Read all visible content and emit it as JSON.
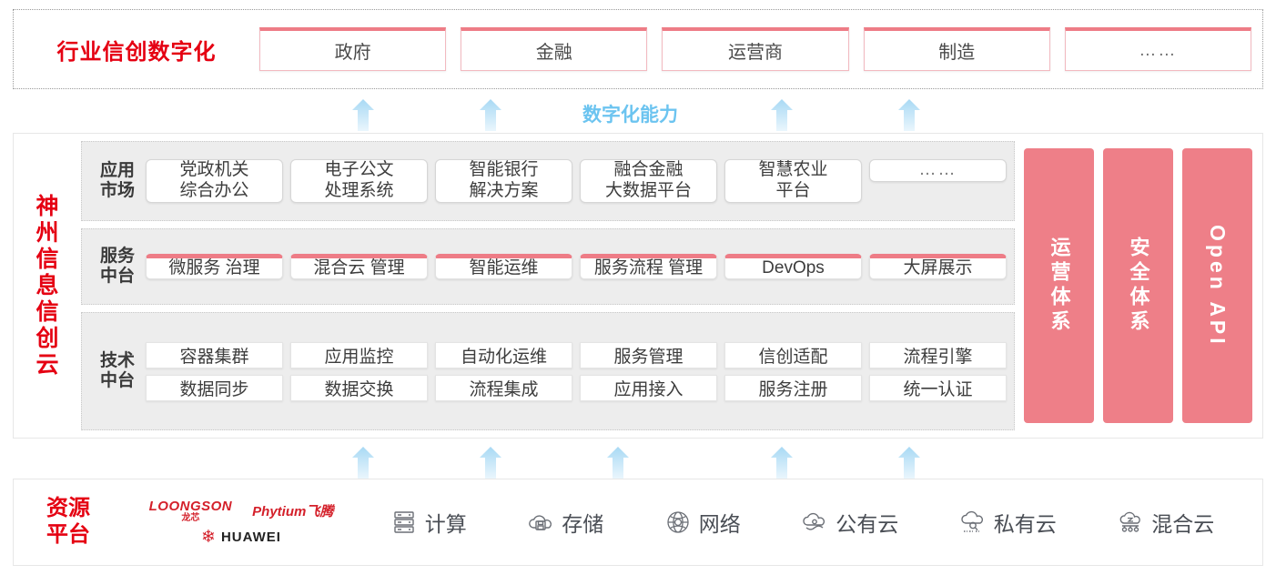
{
  "industry": {
    "title": "行业信创数字化",
    "cards": [
      "政府",
      "金融",
      "运营商",
      "制造",
      "……"
    ]
  },
  "capability_label": "数字化能力",
  "cloud": {
    "title_chars": [
      "神",
      "州",
      "信",
      "息",
      "信",
      "创",
      "云"
    ],
    "tiers": [
      {
        "label_lines": [
          "应用",
          "市场"
        ],
        "cards": [
          [
            "党政机关",
            "综合办公"
          ],
          [
            "电子公文",
            "处理系统"
          ],
          [
            "智能银行",
            "解决方案"
          ],
          [
            "融合金融",
            "大数据平台"
          ],
          [
            "智慧农业",
            "平台"
          ],
          [
            "……"
          ]
        ]
      },
      {
        "label_lines": [
          "服务",
          "中台"
        ],
        "cards": [
          [
            "微服务",
            "治理"
          ],
          [
            "混合云",
            "管理"
          ],
          [
            "智能运维"
          ],
          [
            "服务流程",
            "管理"
          ],
          [
            "DevOps"
          ],
          [
            "大屏展示"
          ]
        ]
      },
      {
        "label_lines": [
          "技术",
          "中台"
        ],
        "row1": [
          "容器集群",
          "应用监控",
          "自动化运维",
          "服务管理",
          "信创适配",
          "流程引擎"
        ],
        "row2": [
          "数据同步",
          "数据交换",
          "流程集成",
          "应用接入",
          "服务注册",
          "统一认证"
        ]
      }
    ],
    "side_panels": [
      {
        "text": "运营体系",
        "latin": false
      },
      {
        "text": "安全体系",
        "latin": false
      },
      {
        "text": "Open API",
        "latin": true
      }
    ]
  },
  "resource": {
    "title_lines": [
      "资源",
      "平台"
    ],
    "logos": {
      "loongson_en": "LOONGSON",
      "loongson_cn": "龙芯",
      "phytium": "Phytium飞腾",
      "huawei": "HUAWEI"
    },
    "items": [
      {
        "icon": "server-icon",
        "label": "计算"
      },
      {
        "icon": "storage-cloud-icon",
        "label": "存储"
      },
      {
        "icon": "network-icon",
        "label": "网络"
      },
      {
        "icon": "public-cloud-icon",
        "label": "公有云"
      },
      {
        "icon": "private-cloud-icon",
        "label": "私有云"
      },
      {
        "icon": "hybrid-cloud-icon",
        "label": "混合云"
      }
    ]
  },
  "colors": {
    "brand_red": "#E50012",
    "panel_red": "#EE7F88",
    "card_accent": "#EE7C86",
    "arrow_blue": "#9FD6F2",
    "capability_blue": "#6CC4F0",
    "tier_bg": "#EDEDED"
  }
}
